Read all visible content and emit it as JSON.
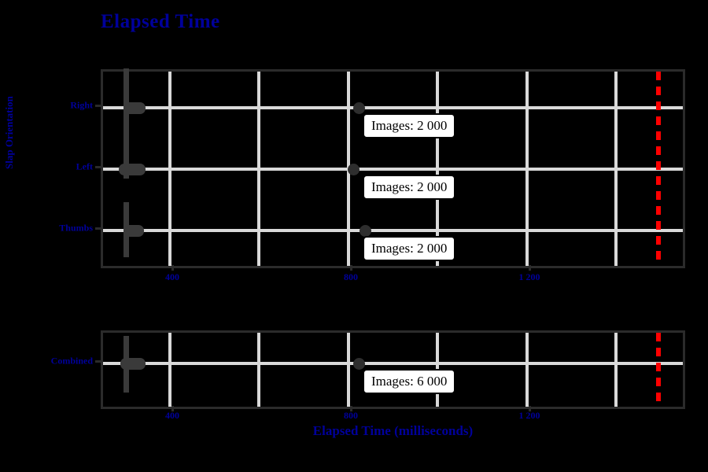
{
  "chart_data": {
    "type": "bar",
    "title": "Elapsed Time",
    "xlabel": "Elapsed Time (milliseconds)",
    "ylabel": "Slap Orientation",
    "xlim": [
      200,
      1500
    ],
    "xticks": [
      400,
      800,
      1200
    ],
    "xtick_labels": [
      "400",
      "800",
      "1 200"
    ],
    "grid": true,
    "legend": "none",
    "threshold": {
      "name": "requirement-threshold",
      "value": 1450,
      "color": "#FF0000",
      "style": "dashed"
    },
    "panels": [
      {
        "name": "by-orientation",
        "categories": [
          "Right",
          "Left",
          "Thumbs"
        ],
        "series": [
          {
            "name": "Right",
            "category": "Right",
            "box_low": 290,
            "box_high": 325,
            "whisker_low": 285,
            "whisker_high": 290,
            "marker_x": 800,
            "annotation": "Images: 2 000"
          },
          {
            "name": "Left",
            "category": "Left",
            "box_low": 278,
            "box_high": 325,
            "whisker_low": 275,
            "whisker_high": 282,
            "marker_x": 794,
            "annotation": "Images: 2 000"
          },
          {
            "name": "Thumbs",
            "category": "Thumbs",
            "box_low": 290,
            "box_high": 322,
            "whisker_low": 286,
            "whisker_high": 292,
            "marker_x": 812,
            "annotation": "Images: 2 000"
          }
        ]
      },
      {
        "name": "combined",
        "categories": [
          "Combined"
        ],
        "series": [
          {
            "name": "Combined",
            "category": "Combined",
            "box_low": 285,
            "box_high": 322,
            "whisker_low": 282,
            "whisker_high": 288,
            "marker_x": 800,
            "annotation": "Images: 6 000"
          }
        ]
      }
    ],
    "colors": {
      "title": "#00009B",
      "axis_text": "#00009B",
      "grid": "#D9D9D9",
      "frame": "#2B2B2B",
      "box": "#3A3A3A",
      "marker": "#2E2E2E",
      "threshold": "#FF0000",
      "background": "#000000",
      "callout_bg": "#FFFFFF",
      "callout_text": "#000000"
    }
  }
}
